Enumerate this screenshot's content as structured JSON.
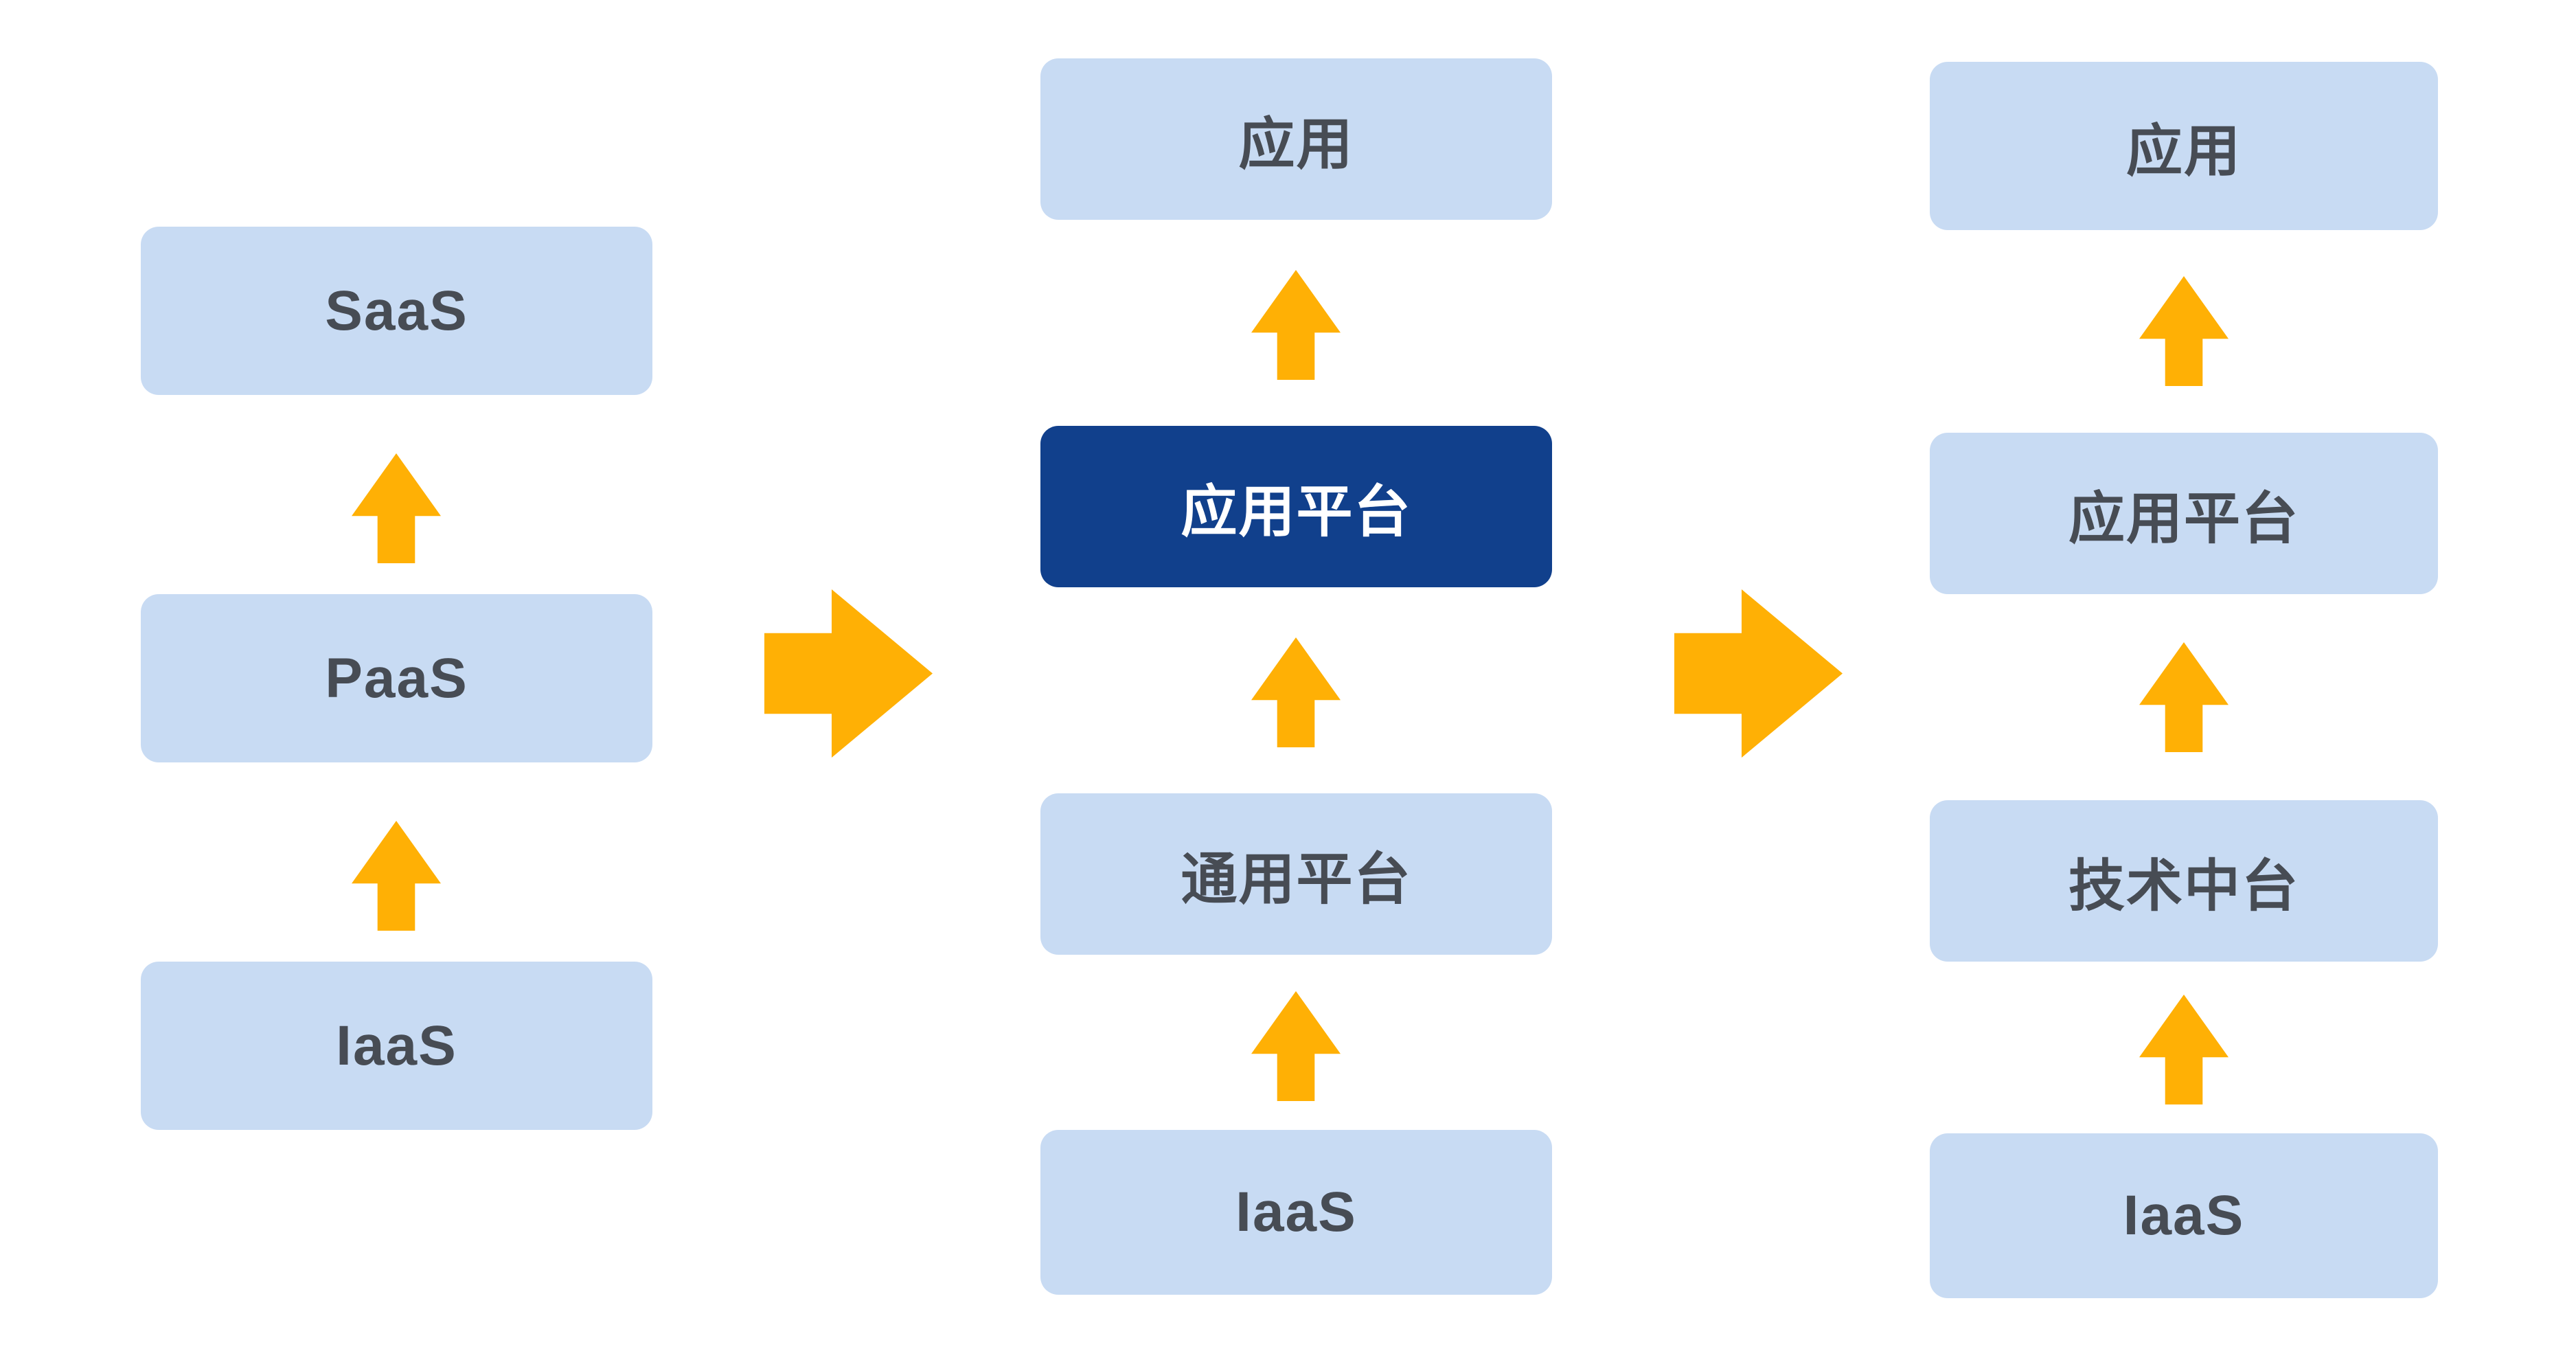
{
  "diagram": {
    "description": "Three-stage platform architecture evolution diagram",
    "colors": {
      "box_light": "#C8DBF3",
      "box_dark": "#11408C",
      "arrow_orange": "#FFB005",
      "text_dark": "#474C54",
      "text_light": "#FFFFFF",
      "background": "#FFFFFF"
    },
    "columns": [
      {
        "name": "stack-left",
        "boxes": [
          {
            "label": "SaaS",
            "variant": "light"
          },
          {
            "label": "PaaS",
            "variant": "light"
          },
          {
            "label": "IaaS",
            "variant": "light"
          }
        ]
      },
      {
        "name": "stack-middle",
        "boxes": [
          {
            "label": "应用",
            "variant": "light"
          },
          {
            "label": "应用平台",
            "variant": "dark"
          },
          {
            "label": "通用平台",
            "variant": "light"
          },
          {
            "label": "IaaS",
            "variant": "light"
          }
        ]
      },
      {
        "name": "stack-right",
        "boxes": [
          {
            "label": "应用",
            "variant": "light"
          },
          {
            "label": "应用平台",
            "variant": "light"
          },
          {
            "label": "技术中台",
            "variant": "light"
          },
          {
            "label": "IaaS",
            "variant": "light"
          }
        ]
      }
    ],
    "connectors": {
      "up_arrow_icon": "up-arrow-icon",
      "right_arrow_icon": "right-arrow-icon"
    }
  }
}
